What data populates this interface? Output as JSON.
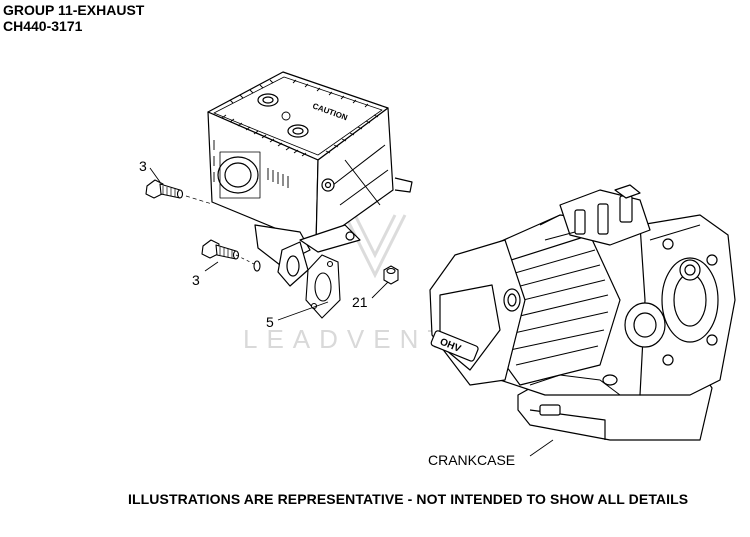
{
  "header": {
    "title": "GROUP 11-EXHAUST",
    "model": "CH440-3171"
  },
  "callouts": {
    "bolt_upper": "3",
    "bolt_lower": "3",
    "gasket": "5",
    "nut": "21",
    "crankcase": "CRANKCASE"
  },
  "footer": {
    "note": "ILLUSTRATIONS ARE REPRESENTATIVE - NOT INTENDED TO SHOW ALL DETAILS"
  },
  "watermark": {
    "text": "LEADVENTURE"
  },
  "muffler_label": {
    "text": "CAUTION"
  },
  "engine_label": {
    "text": "OHV"
  }
}
